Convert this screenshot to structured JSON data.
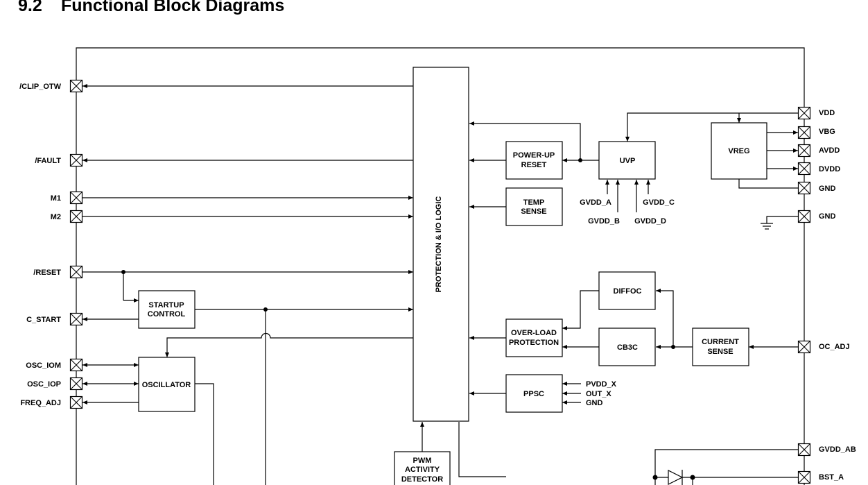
{
  "heading": {
    "number": "9.2",
    "title": "Functional Block Diagrams"
  },
  "blocks": {
    "protection_io_logic": "PROTECTION & I/O LOGIC",
    "power_up_reset": [
      "POWER-UP",
      "RESET"
    ],
    "temp_sense": [
      "TEMP",
      "SENSE"
    ],
    "uvp": "UVP",
    "vreg": "VREG",
    "startup_control": [
      "STARTUP",
      "CONTROL"
    ],
    "oscillator": "OSCILLATOR",
    "diffoc": "DIFFOC",
    "cb3c": "CB3C",
    "over_load_protection": [
      "OVER-LOAD",
      "PROTECTION"
    ],
    "current_sense": [
      "CURRENT",
      "SENSE"
    ],
    "ppsc": "PPSC",
    "pwm_activity_detector": [
      "PWM",
      "ACTIVITY",
      "DETECTOR"
    ]
  },
  "left_pins": [
    "/CLIP_OTW",
    "/FAULT",
    "M1",
    "M2",
    "/RESET",
    "C_START",
    "OSC_IOM",
    "OSC_IOP",
    "FREQ_ADJ"
  ],
  "right_pins": [
    "VDD",
    "VBG",
    "AVDD",
    "DVDD",
    "GND",
    "GND",
    "OC_ADJ",
    "GVDD_AB",
    "BST_A"
  ],
  "uvp_inputs": [
    "GVDD_A",
    "GVDD_B",
    "GVDD_C",
    "GVDD_D"
  ],
  "ppsc_inputs": [
    "PVDD_X",
    "OUT_X",
    "GND"
  ]
}
